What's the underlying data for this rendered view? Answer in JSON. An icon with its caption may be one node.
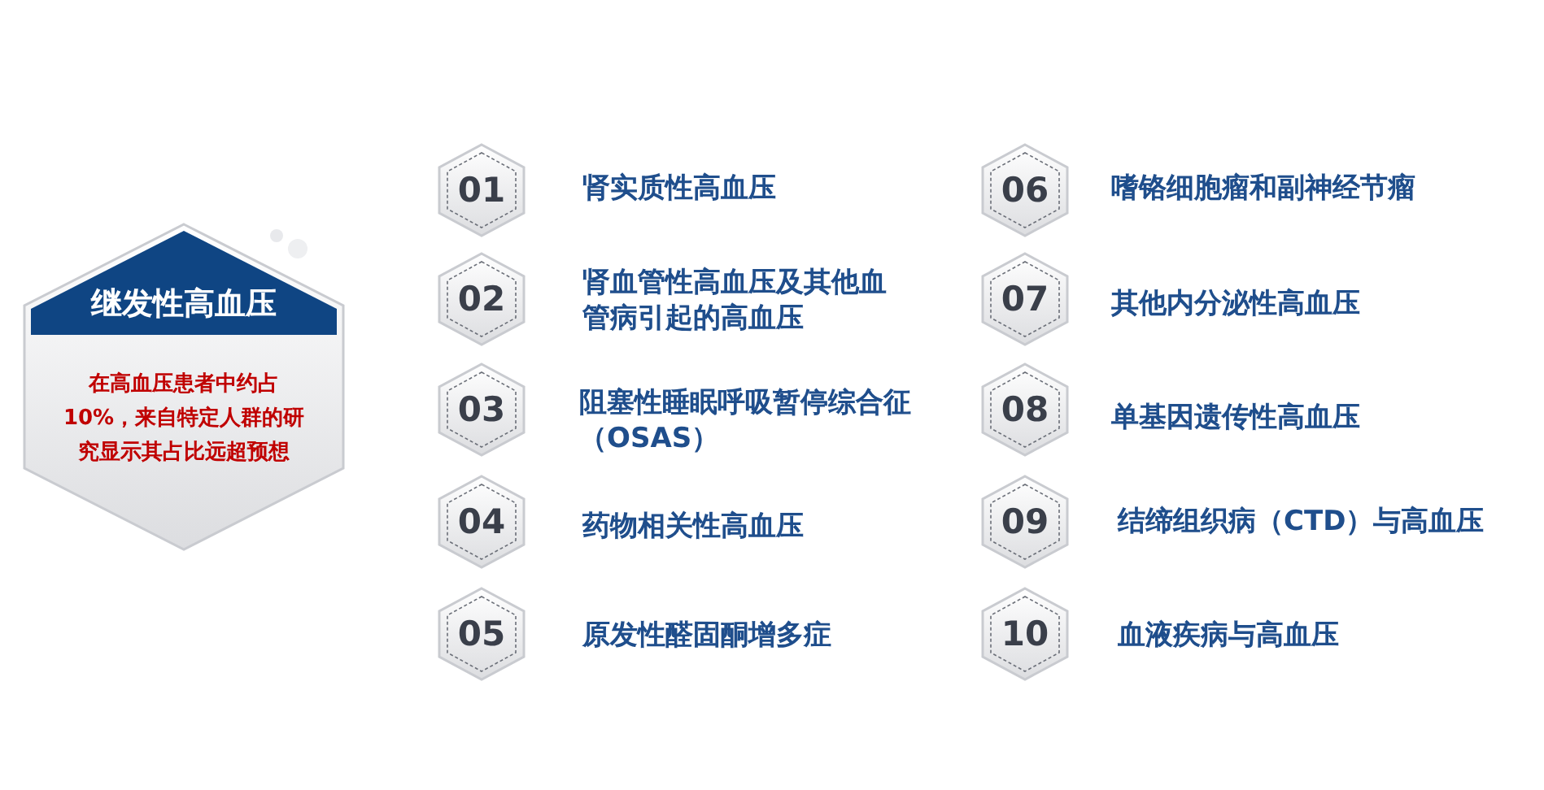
{
  "diagram": {
    "nodes": [
      {
        "text": [
          "继发性高血压",
          "在高血压患者中约占10%，来自特定人群的研究显示其占比远超预想"
        ]
      },
      {
        "text": [
          "01"
        ],
        "beside": [
          "肾实质性高血压"
        ]
      },
      {
        "text": [
          "02"
        ],
        "beside": [
          "肾血管性高血压及其他血管病引起的高血压"
        ]
      },
      {
        "text": [
          "03"
        ],
        "beside": [
          "阻塞性睡眠呼吸暂停综合征（OSAS）"
        ]
      },
      {
        "text": [
          "04"
        ],
        "beside": [
          "药物相关性高血压"
        ]
      },
      {
        "text": [
          "05"
        ],
        "beside": [
          "原发性醛固酮增多症"
        ]
      },
      {
        "text": [
          "06"
        ],
        "beside": [
          "嗜铬细胞瘤和副神经节瘤"
        ]
      },
      {
        "text": [
          "07"
        ],
        "beside": [
          "其他内分泌性高血压"
        ]
      },
      {
        "text": [
          "08"
        ],
        "beside": [
          "单基因遗传性高血压"
        ]
      },
      {
        "text": [
          "09"
        ],
        "beside": [
          "结缔组织病（CTD）与高血压"
        ]
      },
      {
        "text": [
          "10"
        ],
        "beside": [
          "血液疾病与高血压"
        ]
      }
    ]
  }
}
